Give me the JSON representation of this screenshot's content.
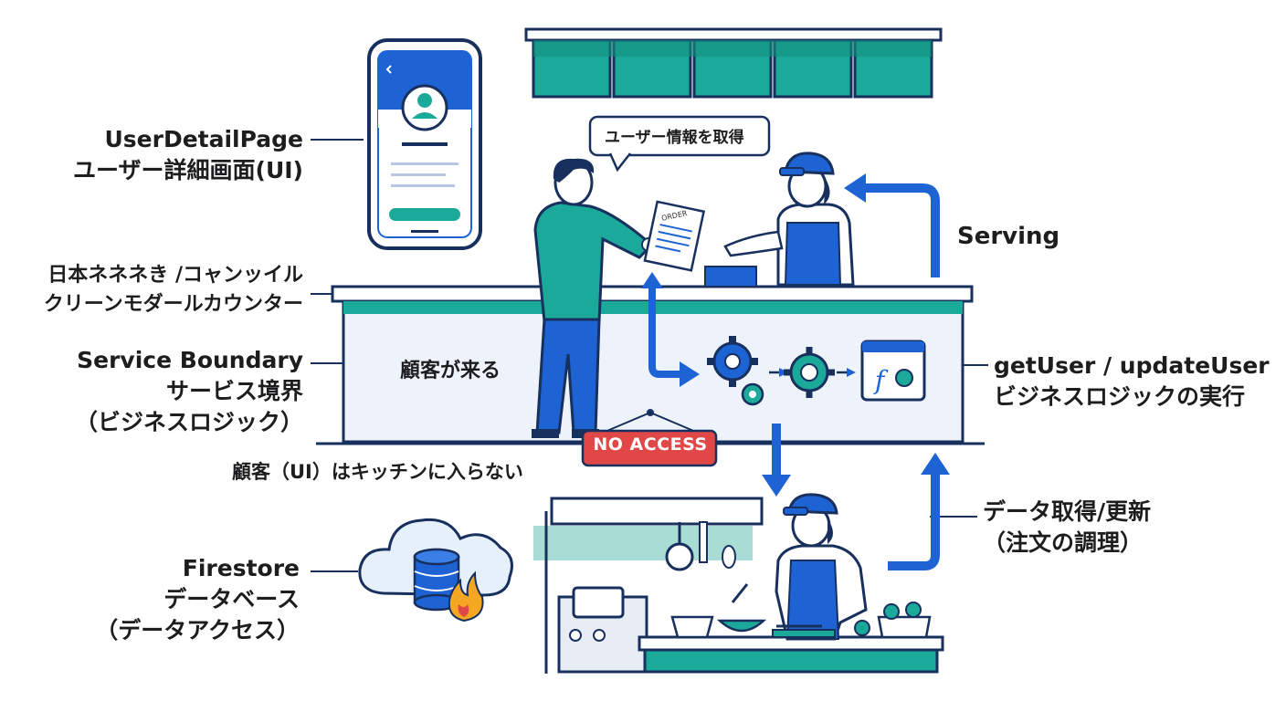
{
  "labels": {
    "ui_title": "UserDetailPage",
    "ui_sub": "ユーザー詳細画面(UI)",
    "counter_line1": "日本ネネネき /コャンッイル",
    "counter_line2": "クリーンモダールカウンター",
    "service_title": "Service Boundary",
    "service_sub1": "サービス境界",
    "service_sub2": "（ビジネスロジック）",
    "firestore_title": "Firestore",
    "firestore_sub1": "データベース",
    "firestore_sub2": "（データアクセス）",
    "biz_title": "getUser / updateUser",
    "biz_sub": "ビジネスロジックの実行",
    "data_title": "データ取得/更新",
    "data_sub": "（注文の調理）",
    "serving": "Serving",
    "no_enter": "顧客（UI）はキッチンに入らない",
    "customer_visit": "顧客が来る",
    "speech": "ユーザー情報を取得",
    "no_access": "NO ACCESS",
    "order": "ORDER"
  },
  "colors": {
    "teal": "#1ba99a",
    "blue": "#1e63d4",
    "navy": "#18305e",
    "red": "#e04848",
    "light_teal": "#a8ddd6",
    "counter_bg": "#eef2fa"
  },
  "icons": [
    "smartphone-icon",
    "user-avatar-icon",
    "gear-icon",
    "function-window-icon",
    "cloud-icon",
    "database-icon",
    "fire-icon",
    "chef-icon",
    "customer-icon",
    "order-paper-icon"
  ]
}
